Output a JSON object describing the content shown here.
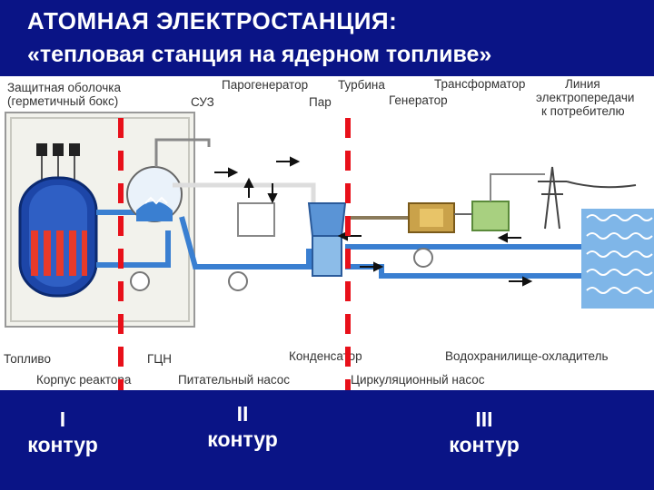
{
  "title": {
    "line1": "АТОМНАЯ ЭЛЕКТРОСТАНЦИЯ:",
    "line2": "«тепловая станция на ядерном топливе»"
  },
  "labels": {
    "containment_1": "Защитная оболочка",
    "containment_2": "(герметичный бокс)",
    "suz": "СУЗ",
    "steam_generator": "Парогенератор",
    "turbine": "Турбина",
    "steam": "Пар",
    "transformer": "Трансформатор",
    "generator": "Генератор",
    "line_1": "Линия",
    "line_2": "электропередачи",
    "line_3": "к потребителю",
    "fuel": "Топливо",
    "gcn": "ГЦН",
    "condenser": "Конденсатор",
    "cooling_pond": "Водохранилище-охладитель",
    "reactor_vessel": "Корпус реактора",
    "feed_pump": "Питательный насос",
    "circulation_pump": "Циркуляционный насос"
  },
  "contours": {
    "c1_num": "I",
    "c1_word": "контур",
    "c2_num": "II",
    "c2_word": "контур",
    "c3_num": "III",
    "c3_word": "контур"
  },
  "colors": {
    "background": "#0a1486",
    "pipe_blue": "#3a7fd1",
    "divider_red": "#e8101a",
    "fuel_red": "#e83a2a"
  }
}
